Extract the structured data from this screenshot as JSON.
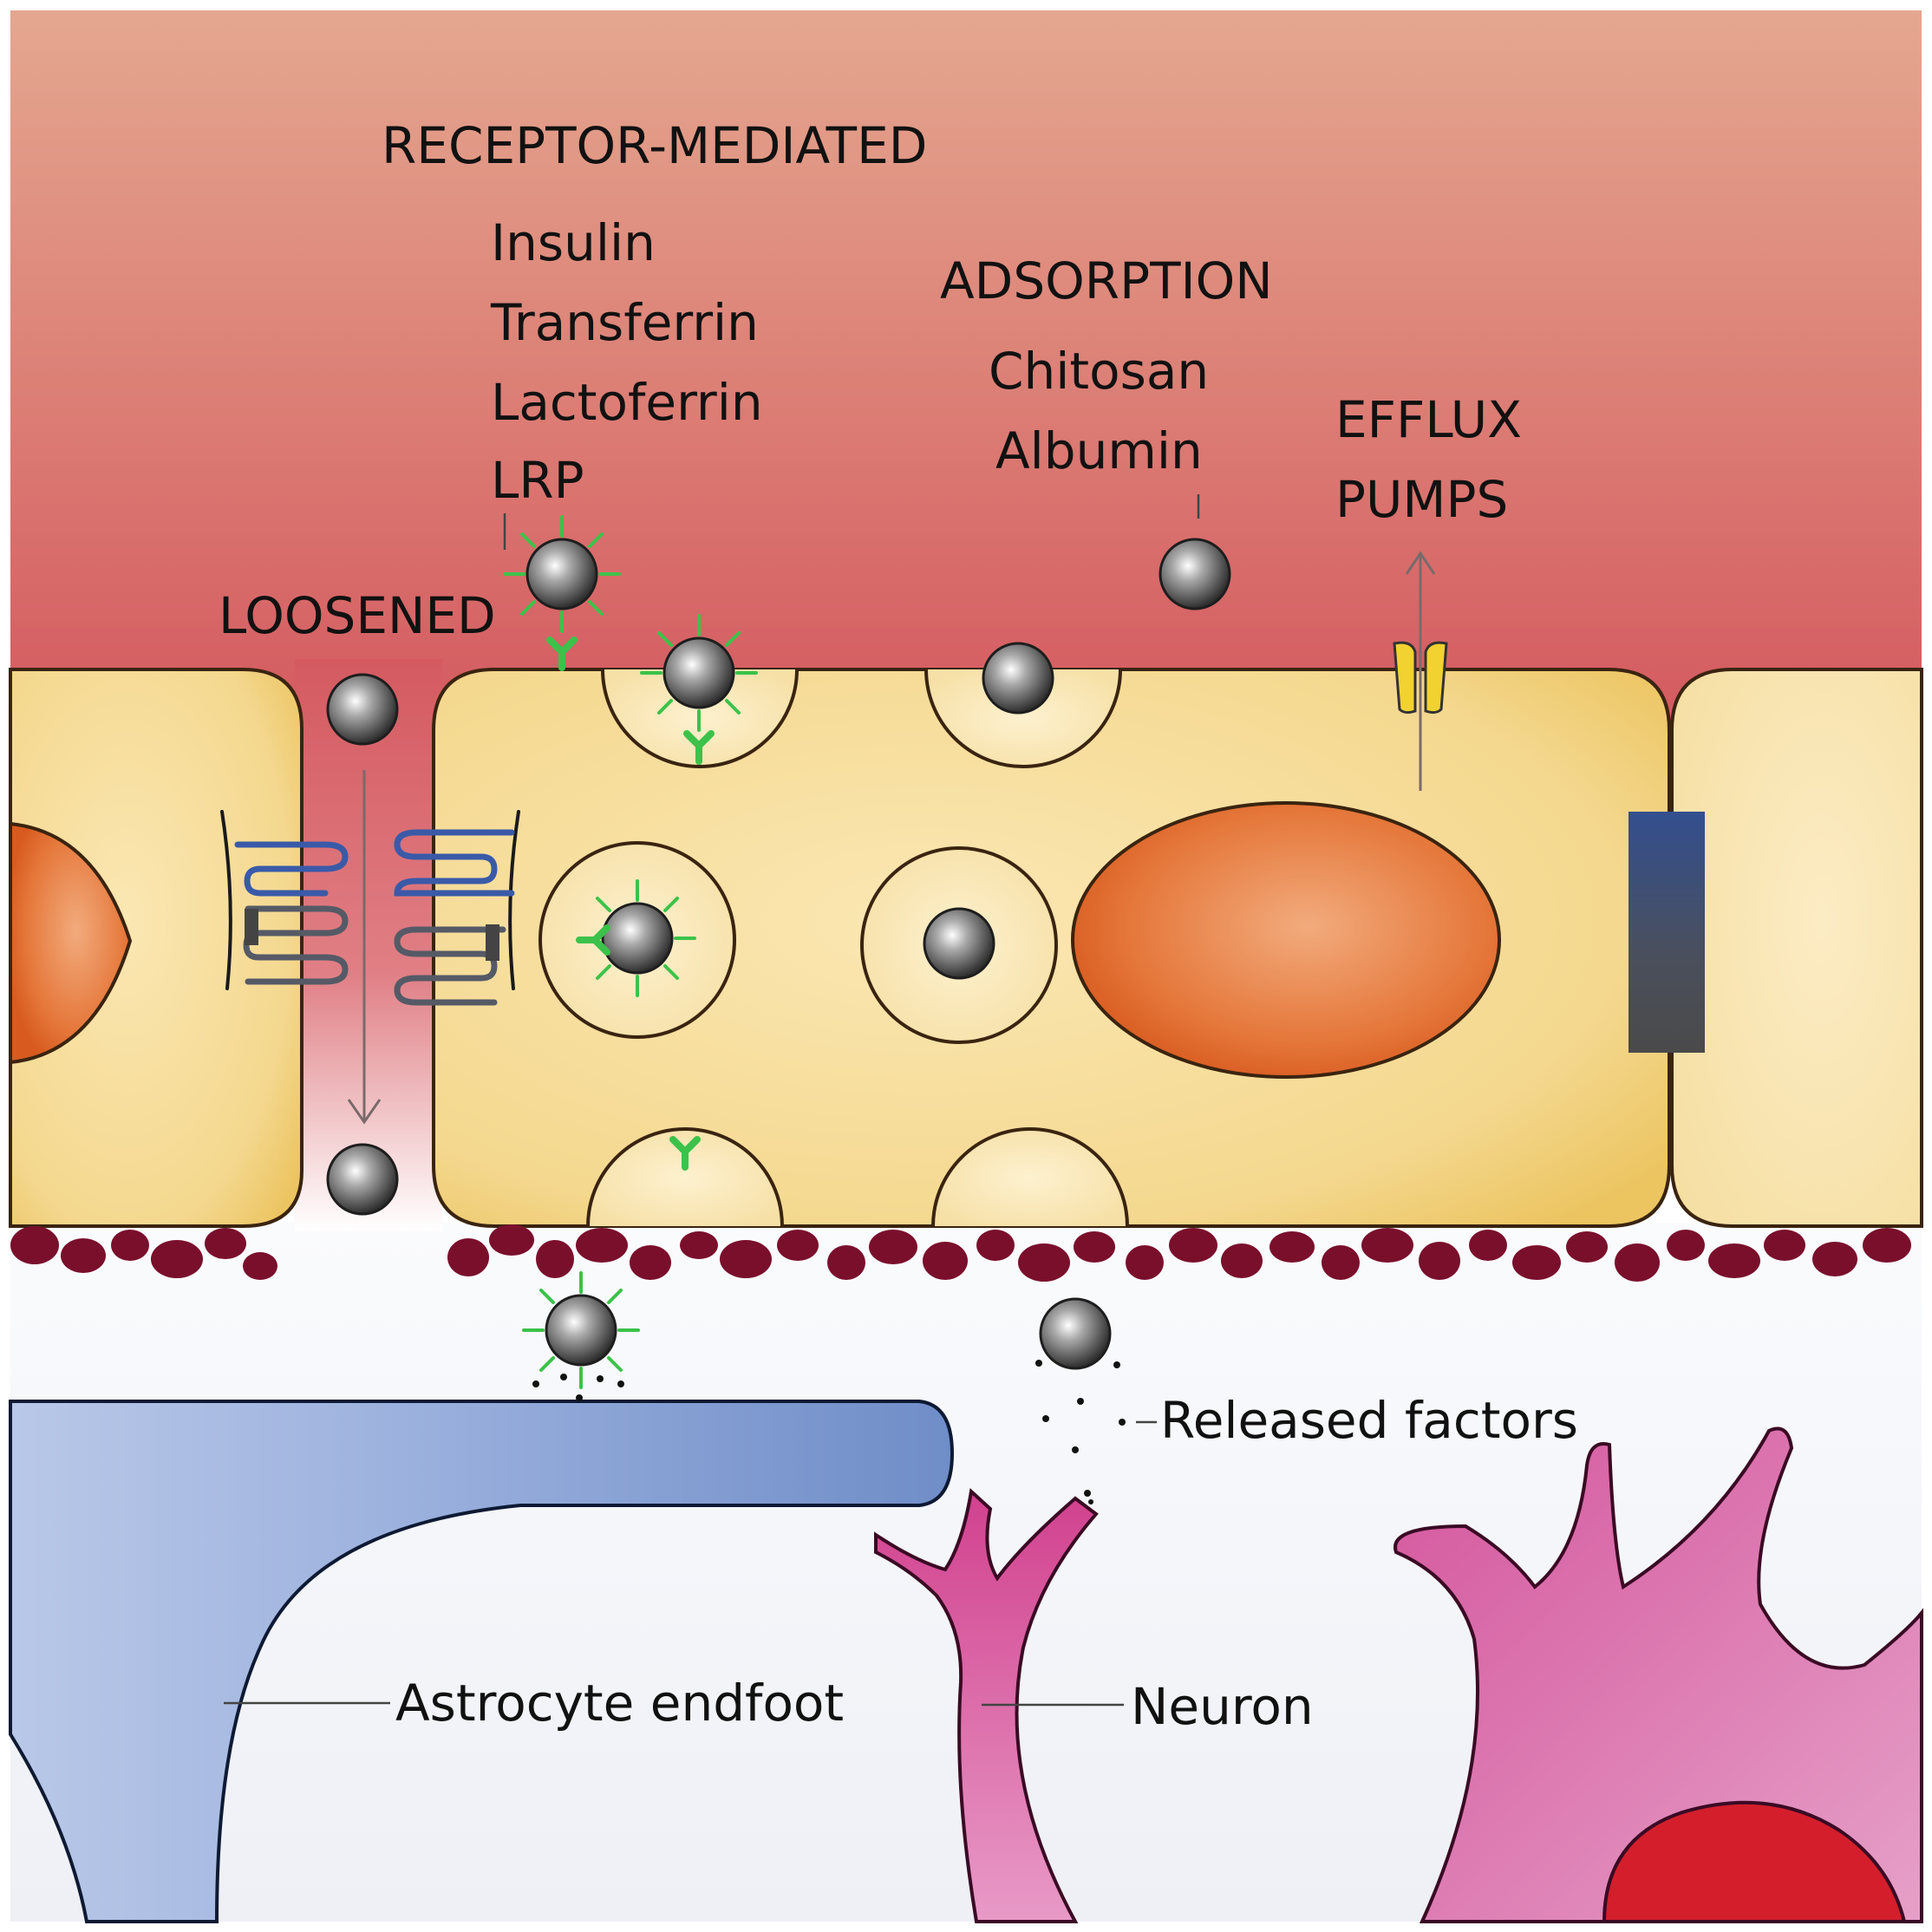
{
  "labels": {
    "receptor_mediated": "RECEPTOR-MEDIATED",
    "insulin": "Insulin",
    "transferrin": "Transferrin",
    "lactoferrin": "Lactoferrin",
    "lrp": "LRP",
    "adsorption": "ADSORPTION",
    "chitosan": "Chitosan",
    "albumin": "Albumin",
    "efflux": "EFFLUX",
    "pumps": "PUMPS",
    "loosened": "LOOSENED",
    "released_factors": "Released factors",
    "astrocyte_endfoot": "Astrocyte endfoot",
    "neuron": "Neuron"
  },
  "colors": {
    "lumen_top": "#e3a58c",
    "lumen_bottom": "#d45f63",
    "cell_fill": "#f5da9a",
    "cell_edge": "#e9c56a",
    "nucleus": "#e06a2c",
    "basement_membrane": "#7a0f2c",
    "astrocyte": "#7f9cd0",
    "neuron": "#d8609f",
    "neuron_nucleus": "#d41e2c",
    "receptor": "#3cc24a",
    "efflux_pump": "#f2d230",
    "tight_junction_blue": "#3a5aa8",
    "tight_junction_gray": "#555a66"
  }
}
